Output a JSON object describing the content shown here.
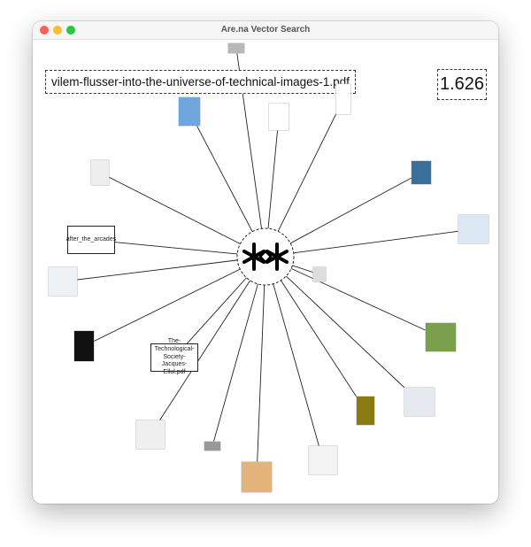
{
  "window": {
    "title": "Are.na Vector Search"
  },
  "header": {
    "filename": "vilem-flusser-into-the-universe-of-technical-images-1.pdf",
    "score": "1.626"
  },
  "center": {
    "icon": "arena-logo-icon"
  },
  "nodes": [
    {
      "kind": "image",
      "name": "gray-thumbnail",
      "color": "#b8b8b8"
    },
    {
      "kind": "image",
      "name": "blue-image",
      "color": "#6fa6dc"
    },
    {
      "kind": "image",
      "name": "book-cover-flusser",
      "color": "#ffffff"
    },
    {
      "kind": "image",
      "name": "book-page-black",
      "color": "#ffffff"
    },
    {
      "kind": "image",
      "name": "document-page",
      "color": "#eeeeee"
    },
    {
      "kind": "image",
      "name": "hacking-book-cover",
      "color": "#3a6f9a"
    },
    {
      "kind": "image",
      "name": "website-screenshot",
      "color": "#dce8f3"
    },
    {
      "kind": "text",
      "text": "after_the_arcades"
    },
    {
      "kind": "image",
      "name": "website-screenshot-2",
      "color": "#eef2f5"
    },
    {
      "kind": "image",
      "name": "gray-document",
      "color": "#dddddd"
    },
    {
      "kind": "image",
      "name": "green-calendar",
      "color": "#7aa04e"
    },
    {
      "kind": "image",
      "name": "dark-book-cover",
      "color": "#111111"
    },
    {
      "kind": "text",
      "text": "The-Technological-Society-Jacques-Ellul.pdf"
    },
    {
      "kind": "image",
      "name": "olive-book-cover",
      "color": "#8a7a14"
    },
    {
      "kind": "image",
      "name": "website-screenshot-3",
      "color": "#e6e9ef"
    },
    {
      "kind": "image",
      "name": "document-scan",
      "color": "#f0f0f0"
    },
    {
      "kind": "image",
      "name": "small-thumbnail",
      "color": "#999999"
    },
    {
      "kind": "image",
      "name": "orange-book-cover",
      "color": "#e2b47a"
    },
    {
      "kind": "image",
      "name": "text-document",
      "color": "#f3f3f3"
    }
  ]
}
